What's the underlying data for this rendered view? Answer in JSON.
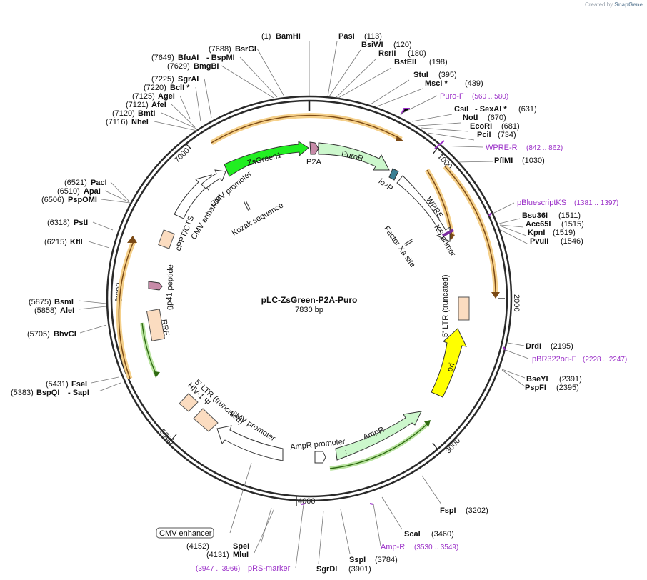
{
  "credit": {
    "prefix": "Created by",
    "brand": "SnapGene"
  },
  "plasmid": {
    "name": "pLC-ZsGreen-P2A-Puro",
    "size": "7830 bp",
    "length": 7830
  },
  "ticks": [
    "1000",
    "2000",
    "3000",
    "4000",
    "5000",
    "6000",
    "7000"
  ],
  "sites": [
    {
      "name": "BamHI",
      "pos": "(1)"
    },
    {
      "name": "PasI",
      "pos": "(113)"
    },
    {
      "name": "BsiWI",
      "pos": "(120)"
    },
    {
      "name": "RsrII",
      "pos": "(180)"
    },
    {
      "name": "BstEII",
      "pos": "(198)"
    },
    {
      "name": "StuI",
      "pos": "(395)"
    },
    {
      "name": "MscI *",
      "pos": "(439)"
    },
    {
      "name": "CsiI",
      "name2": "- SexAI *",
      "pos": "(631)"
    },
    {
      "name": "NotI",
      "pos": "(670)"
    },
    {
      "name": "EcoRI",
      "pos": "(681)"
    },
    {
      "name": "PciI",
      "pos": "(734)"
    },
    {
      "name": "PflMI",
      "pos": "(1030)"
    },
    {
      "name": "Bsu36I",
      "pos": "(1511)"
    },
    {
      "name": "Acc65I",
      "pos": "(1515)"
    },
    {
      "name": "KpnI",
      "pos": "(1519)"
    },
    {
      "name": "PvuII",
      "pos": "(1546)"
    },
    {
      "name": "DrdI",
      "pos": "(2195)"
    },
    {
      "name": "BseYI",
      "pos": "(2391)"
    },
    {
      "name": "PspFI",
      "pos": "(2395)"
    },
    {
      "name": "FspI",
      "pos": "(3202)"
    },
    {
      "name": "ScaI",
      "pos": "(3460)"
    },
    {
      "name": "SspI",
      "pos": "(3784)"
    },
    {
      "name": "SgrDI",
      "pos": "(3901)"
    },
    {
      "name": "SpeI",
      "pos": "(4152)"
    },
    {
      "name": "MluI",
      "pos": "(4131)"
    },
    {
      "name": "FseI",
      "pos": "(5431)"
    },
    {
      "name": "BspQI",
      "name2": "- SapI",
      "pos": "(5383)"
    },
    {
      "name": "BbvCI",
      "pos": "(5705)"
    },
    {
      "name": "BsmI",
      "pos": "(5875)"
    },
    {
      "name": "AleI",
      "pos": "(5858)"
    },
    {
      "name": "KflI",
      "pos": "(6215)"
    },
    {
      "name": "PstI",
      "pos": "(6318)"
    },
    {
      "name": "PacI",
      "pos": "(6521)"
    },
    {
      "name": "ApaI",
      "pos": "(6510)"
    },
    {
      "name": "PspOMI",
      "pos": "(6506)"
    },
    {
      "name": "NheI",
      "pos": "(7116)"
    },
    {
      "name": "BmtI",
      "pos": "(7120)"
    },
    {
      "name": "AfeI",
      "pos": "(7121)"
    },
    {
      "name": "AgeI",
      "pos": "(7125)"
    },
    {
      "name": "BclI *",
      "pos": "(7220)"
    },
    {
      "name": "SgrAI",
      "pos": "(7225)"
    },
    {
      "name": "BmgBI",
      "pos": "(7629)"
    },
    {
      "name": "BfuAI",
      "name2": "- BspMI",
      "pos": "(7649)"
    },
    {
      "name": "BsrGI",
      "pos": "(7688)"
    }
  ],
  "primers": [
    {
      "name": "Puro-F",
      "range": "(560 .. 580)"
    },
    {
      "name": "WPRE-R",
      "range": "(842 .. 862)"
    },
    {
      "name": "pBluescriptKS",
      "range": "(1381 .. 1397)"
    },
    {
      "name": "pBR322ori-F",
      "range": "(2228 .. 2247)"
    },
    {
      "name": "Amp-R",
      "range": "(3530 .. 3549)"
    },
    {
      "name": "pRS-marker",
      "range": "(3947 .. 3966)"
    }
  ],
  "features": {
    "zsgreen1": "ZsGreen1",
    "p2a": "P2A",
    "puror": "PuroR",
    "loxp": "loxP",
    "wpre": "WPRE",
    "ks_primer": "KS primer",
    "factor_xa": "Factor Xa site",
    "ltr5_trunc": "5' LTR (truncated)",
    "ori": "ori",
    "ampr": "AmpR",
    "ampr_promoter": "AmpR promoter",
    "cmv_promoter_lower": "CMV promoter",
    "ltr5_trunc_left": "5' LTR (truncated)",
    "hiv_psi": "HIV-1 Ψ",
    "rre": "RRE",
    "gp41": "gp41 peptide",
    "cppt": "cPPT/CTS",
    "cmv_enhancer": "CMV enhancer",
    "cmv_promoter_upper": "CMV promoter",
    "kozak": "Kozak sequence",
    "cmv_enhancer_box": "CMV enhancer"
  },
  "colors": {
    "zsgreen": "#22ee22",
    "puror": "#ccf7cc",
    "ori": "#ffff00",
    "ltr": "#fbdcc0",
    "p2a": "#c78ba8",
    "loxp": "#3b7f93",
    "orf_arrow": "#e5a830",
    "orf_arrow_green": "#6fae2e",
    "primer": "#9b30c8",
    "backbone": "#2a2a2a"
  }
}
